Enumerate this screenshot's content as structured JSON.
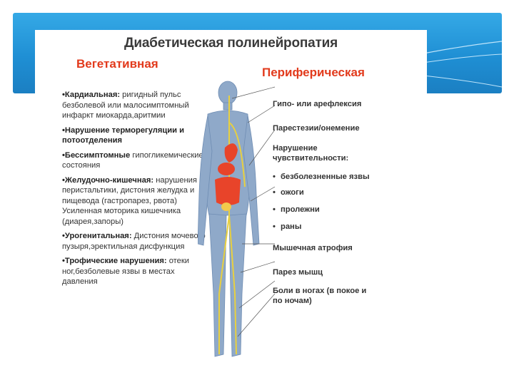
{
  "title": "Диабетическая полинейропатия",
  "headings": {
    "left": "Вегетативная",
    "right": "Периферическая"
  },
  "left_items": [
    {
      "lead": "•Кардиальная:",
      "text": " ригидный пульс безболевой или малосимптомный инфаркт миокарда,аритмии"
    },
    {
      "lead": "•Нарушение терморегуляции и потоотделения",
      "text": ""
    },
    {
      "lead": "•Бессимптомные",
      "text": " гипогликемические состояния"
    },
    {
      "lead": "•Желудочно-кишечная:",
      "text": " нарушения перистальтики, дистония желудка и пищевода (гастропарез, рвота) Усиленная моторика кишечника (диарея,запоры)"
    },
    {
      "lead": "•Урогенитальная:",
      "text": " Дистония мочевого пузыря,эректильная дисфункция"
    },
    {
      "lead": "•Трофические нарушения:",
      "text": " отеки ног,безболевые язвы в местах давления"
    }
  ],
  "right_items": [
    "Гипо- или арефлексия",
    "Парестезии/онемение",
    "Нарушение чувствительности:",
    "Мышечная атрофия",
    "Парез мышц",
    "Боли в ногах (в покое и по ночам)"
  ],
  "sensitivity_bullets": [
    "безболезненные язвы",
    "ожоги",
    "пролежни",
    "раны"
  ],
  "colors": {
    "banner": "#1f8fd4",
    "heading": "#e23a1c",
    "body_figure": "#8fa9c9",
    "organs": "#e8442a",
    "nerve": "#e8d040"
  }
}
